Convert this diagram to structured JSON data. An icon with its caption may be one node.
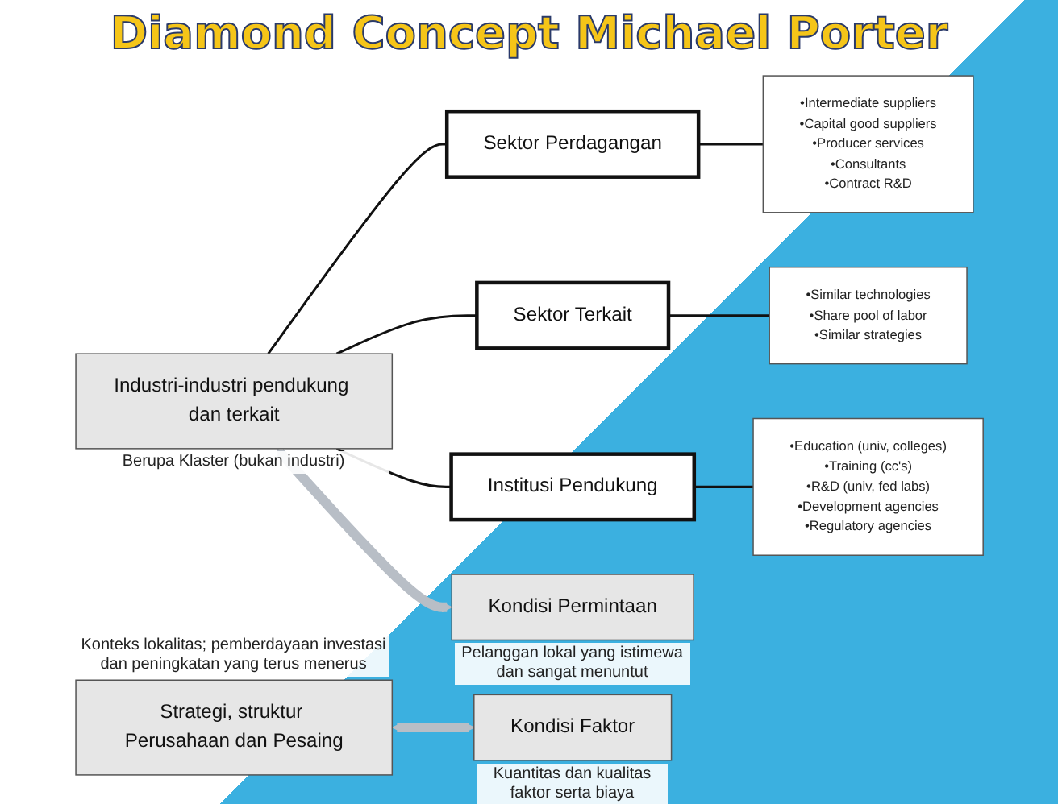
{
  "diagram": {
    "title": "Diamond Concept Michael Porter",
    "nodes": [
      {
        "text": [
          "Sektor Perdagangan"
        ]
      },
      {
        "text": [
          "•Intermediate suppliers",
          "•Capital good suppliers",
          "•Producer services",
          "•Consultants",
          "•Contract R&D"
        ]
      },
      {
        "text": [
          "Sektor Terkait"
        ]
      },
      {
        "text": [
          "•Similar technologies",
          "•Share pool of labor",
          "•Similar strategies"
        ]
      },
      {
        "text": [
          "Institusi Pendukung"
        ]
      },
      {
        "text": [
          "•Education (univ, colleges)",
          "•Training (cc's)",
          "•R&D (univ, fed labs)",
          "•Development agencies",
          "•Regulatory agencies"
        ]
      },
      {
        "text": [
          "Industri-industri pendukung dan terkait"
        ],
        "beside": [
          "Berupa Klaster (bukan industri)"
        ]
      },
      {
        "text": [
          "Strategi, struktur Perusahaan dan Pesaing"
        ],
        "beside": [
          "Konteks lokalitas; pemberdayaan investasi dan peningkatan yang terus menerus"
        ]
      },
      {
        "text": [
          "Kondisi Permintaan"
        ],
        "beside": [
          "Pelanggan lokal yang istimewa dan sangat menuntut"
        ]
      },
      {
        "text": [
          "Kondisi Faktor"
        ],
        "beside": [
          "Kuantitas dan kualitas faktor serta biaya"
        ]
      }
    ],
    "edges": [
      {
        "from": 6,
        "to": 0,
        "arrow": "none"
      },
      {
        "from": 6,
        "to": 2,
        "arrow": "none"
      },
      {
        "from": 6,
        "to": 4,
        "arrow": "none"
      },
      {
        "from": 0,
        "to": 1,
        "arrow": "none"
      },
      {
        "from": 2,
        "to": 3,
        "arrow": "none"
      },
      {
        "from": 4,
        "to": 5,
        "arrow": "none"
      },
      {
        "from": 6,
        "to": 8,
        "arrow": "both",
        "style": "thick",
        "color": "#b8bec6"
      },
      {
        "from": 7,
        "to": 9,
        "arrow": "both",
        "style": "thick",
        "color": "#b8bec6"
      }
    ]
  }
}
